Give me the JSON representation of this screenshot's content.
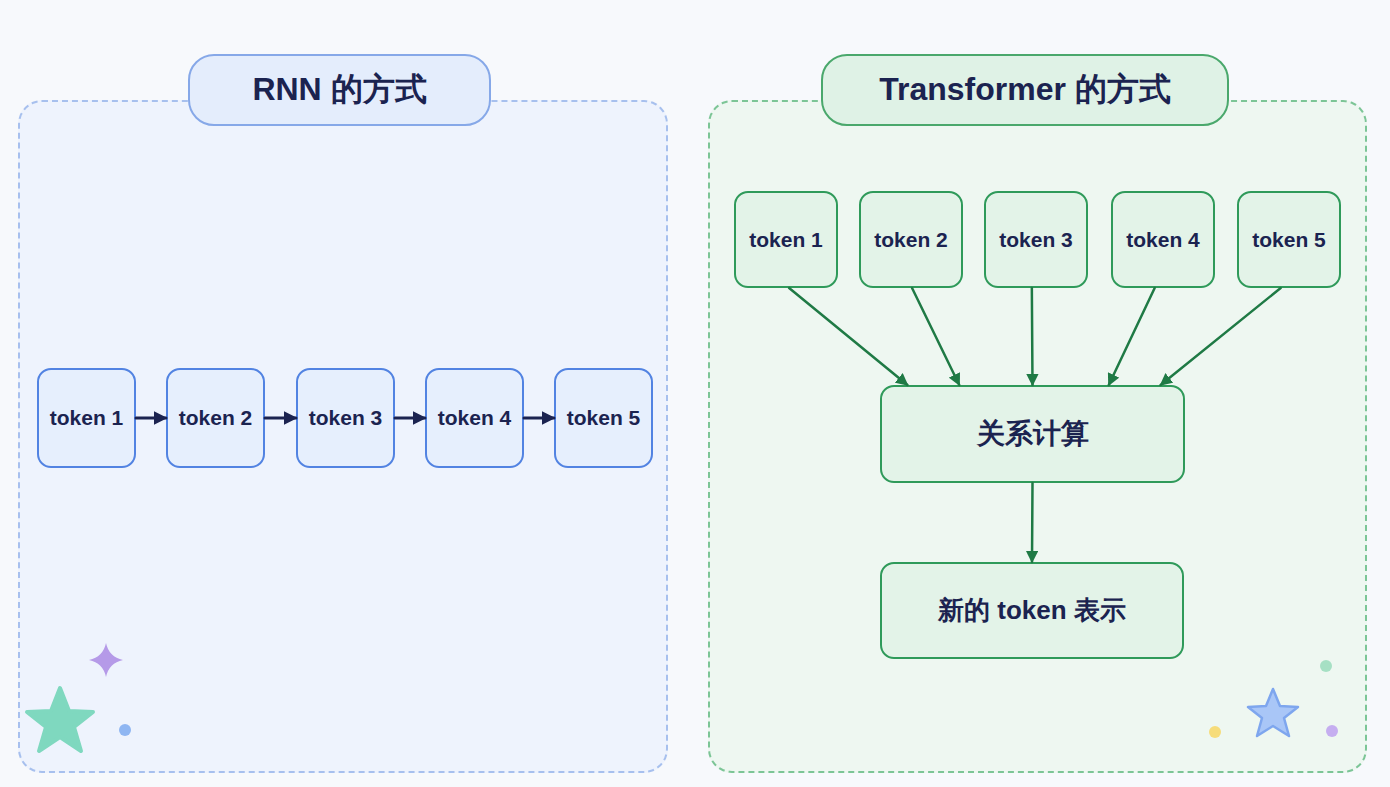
{
  "diagram": {
    "nodes": [
      {
        "text": [
          "RNN 的方式"
        ]
      },
      {
        "text": [
          "token 1"
        ],
        "in": 0
      },
      {
        "text": [
          "token 2"
        ],
        "in": 0
      },
      {
        "text": [
          "token 3"
        ],
        "in": 0
      },
      {
        "text": [
          "token 4"
        ],
        "in": 0
      },
      {
        "text": [
          "token 5"
        ],
        "in": 0
      },
      {
        "text": [
          "Transformer 的方式"
        ]
      },
      {
        "text": [
          "token 1"
        ],
        "in": 6
      },
      {
        "text": [
          "token 2"
        ],
        "in": 6
      },
      {
        "text": [
          "token 3"
        ],
        "in": 6
      },
      {
        "text": [
          "token 4"
        ],
        "in": 6
      },
      {
        "text": [
          "token 5"
        ],
        "in": 6
      },
      {
        "text": [
          "关系计算"
        ],
        "in": 6
      },
      {
        "text": [
          "新的 token 表示"
        ],
        "in": 6
      }
    ],
    "edges": [
      {
        "from": 1,
        "to": 2,
        "arrow": "to"
      },
      {
        "from": 2,
        "to": 3,
        "arrow": "to"
      },
      {
        "from": 3,
        "to": 4,
        "arrow": "to"
      },
      {
        "from": 4,
        "to": 5,
        "arrow": "to"
      },
      {
        "from": 7,
        "to": 12,
        "arrow": "to"
      },
      {
        "from": 8,
        "to": 12,
        "arrow": "to"
      },
      {
        "from": 9,
        "to": 12,
        "arrow": "to"
      },
      {
        "from": 10,
        "to": 12,
        "arrow": "to"
      },
      {
        "from": 11,
        "to": 12,
        "arrow": "to"
      },
      {
        "from": 12,
        "to": 13,
        "arrow": "to"
      }
    ]
  }
}
